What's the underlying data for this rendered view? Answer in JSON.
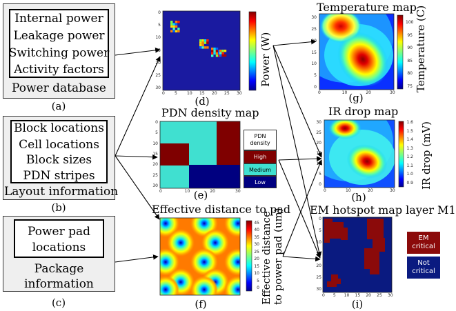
{
  "inputs": {
    "power": {
      "items": [
        "Internal power",
        "Leakage power",
        "Switching power",
        "Activity factors"
      ],
      "caption": "Power database",
      "label": "(a)"
    },
    "layout": {
      "items": [
        "Block locations",
        "Cell locations",
        "Block sizes",
        "PDN stripes"
      ],
      "caption": "Layout information",
      "label": "(b)"
    },
    "package": {
      "items": [
        "Power pad",
        "locations"
      ],
      "caption_lines": [
        "Package",
        "information"
      ],
      "label": "(c)"
    }
  },
  "maps": {
    "power": {
      "label": "(d)",
      "colorbar_label": "Power (W)",
      "x_ticks": [
        "0",
        "5",
        "10",
        "15",
        "20",
        "25",
        "30"
      ],
      "y_ticks": [
        "0",
        "5",
        "10",
        "15",
        "20",
        "25",
        "30"
      ]
    },
    "pdn": {
      "title": "PDN density map",
      "label": "(e)",
      "x_ticks": [
        "0",
        "10",
        "20",
        "30"
      ],
      "y_ticks": [
        "0",
        "5",
        "10",
        "15",
        "20",
        "25",
        "30"
      ],
      "legend": [
        "PDN density",
        "High",
        "Medium",
        "Low"
      ]
    },
    "distance": {
      "title": "Effective distance to pad",
      "label": "(f)",
      "colorbar_label_lines": [
        "Effective distance",
        "to power pad (um)"
      ],
      "colorbar_ticks": [
        "0",
        "5",
        "10",
        "15",
        "20",
        "25",
        "30",
        "35",
        "40",
        "45"
      ]
    },
    "temperature": {
      "title": "Temperature map",
      "label": "(g)",
      "colorbar_label": "Temperature (C)",
      "colorbar_ticks": [
        "100",
        "95",
        "90",
        "85",
        "80",
        "75"
      ],
      "x_ticks": [
        "0",
        "10",
        "20",
        "30"
      ],
      "y_ticks": [
        "30",
        "25",
        "20",
        "15",
        "10",
        "5",
        "0"
      ]
    },
    "ir": {
      "title": "IR drop map",
      "label": "(h)",
      "colorbar_label": "IR drop (mV)",
      "colorbar_ticks": [
        "1.6",
        "1.5",
        "1.4",
        "1.3",
        "1.2",
        "1.1",
        "1.0",
        "0.9"
      ],
      "x_ticks": [
        "0",
        "10",
        "20",
        "30"
      ],
      "y_ticks": [
        "30",
        "25",
        "20",
        "15",
        "10",
        "5",
        "0"
      ]
    },
    "em": {
      "title": "EM hotspot map layer M1",
      "label": "(i)",
      "legend": [
        "EM critical",
        "Not critical"
      ],
      "x_ticks": [
        "0",
        "5",
        "10",
        "15",
        "20",
        "25",
        "30"
      ],
      "y_ticks": [
        "0",
        "5",
        "10",
        "15",
        "20",
        "25",
        "30"
      ]
    }
  },
  "colors": {
    "box_fill": "#efefef",
    "jet_navy": "#1a1aa0",
    "pdn_high": "#7f0000",
    "pdn_medium": "#40e0d0",
    "pdn_low": "#000080",
    "em_critical": "#8b0a0a",
    "em_not_critical": "#0a1a80"
  }
}
